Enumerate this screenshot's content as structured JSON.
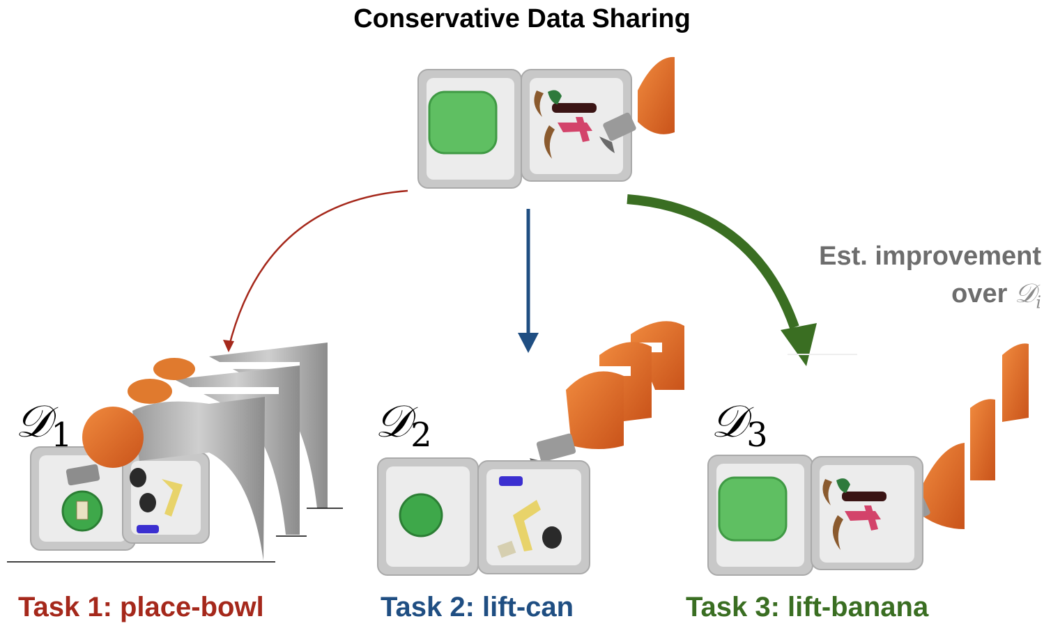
{
  "title": "Conservative Data Sharing",
  "annotation": {
    "line1": "Est. improvement",
    "line2_prefix": "over",
    "symbol": "𝒟",
    "symbol_sub": "i"
  },
  "datasets": [
    {
      "symbol": "𝒟",
      "index": "1",
      "task": "Task 1: place-bowl",
      "color": "#a5281b"
    },
    {
      "symbol": "𝒟",
      "index": "2",
      "task": "Task 2: lift-can",
      "color": "#1f4e82"
    },
    {
      "symbol": "𝒟",
      "index": "3",
      "task": "Task 3: lift-banana",
      "color": "#3a6e22"
    }
  ],
  "colors": {
    "arrow_task1": "#a5281b",
    "arrow_task2": "#1f4e82",
    "arrow_task3": "#3a6e22"
  }
}
